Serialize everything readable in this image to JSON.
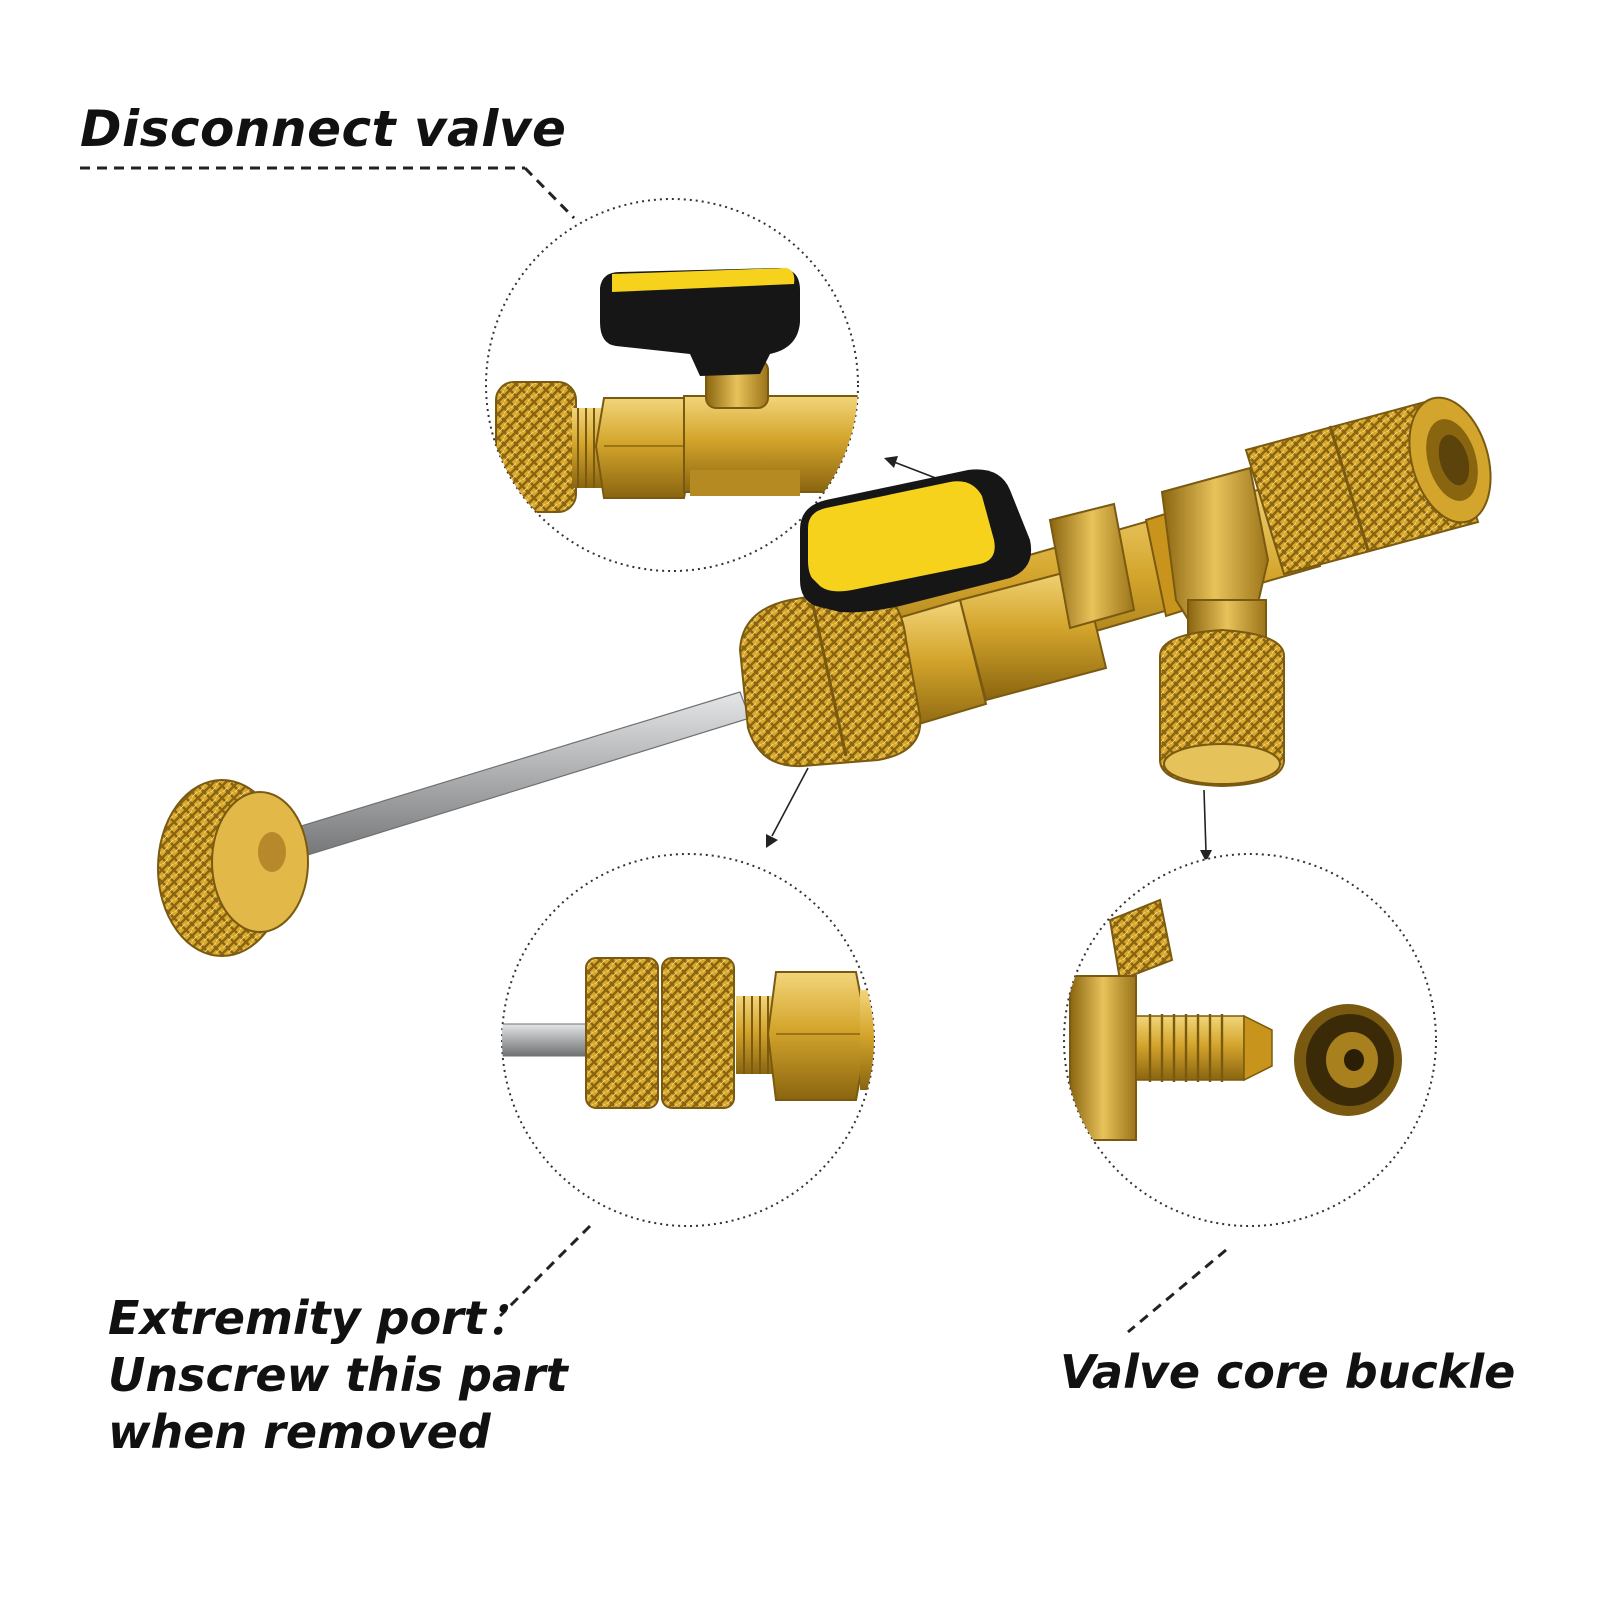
{
  "callouts": {
    "disconnect_valve": "Disconnect valve",
    "extremity_port": [
      "Extremity port：",
      "Unscrew this part",
      "when removed"
    ],
    "valve_core_buckle": "Valve core buckle"
  },
  "colors": {
    "brass": "#d4a52c",
    "brass_dark": "#8a6510",
    "brass_light": "#f0cf6a",
    "handle_yellow": "#f6d21c",
    "handle_black": "#161616",
    "steel": "#b9bbbd",
    "text": "#111111"
  }
}
